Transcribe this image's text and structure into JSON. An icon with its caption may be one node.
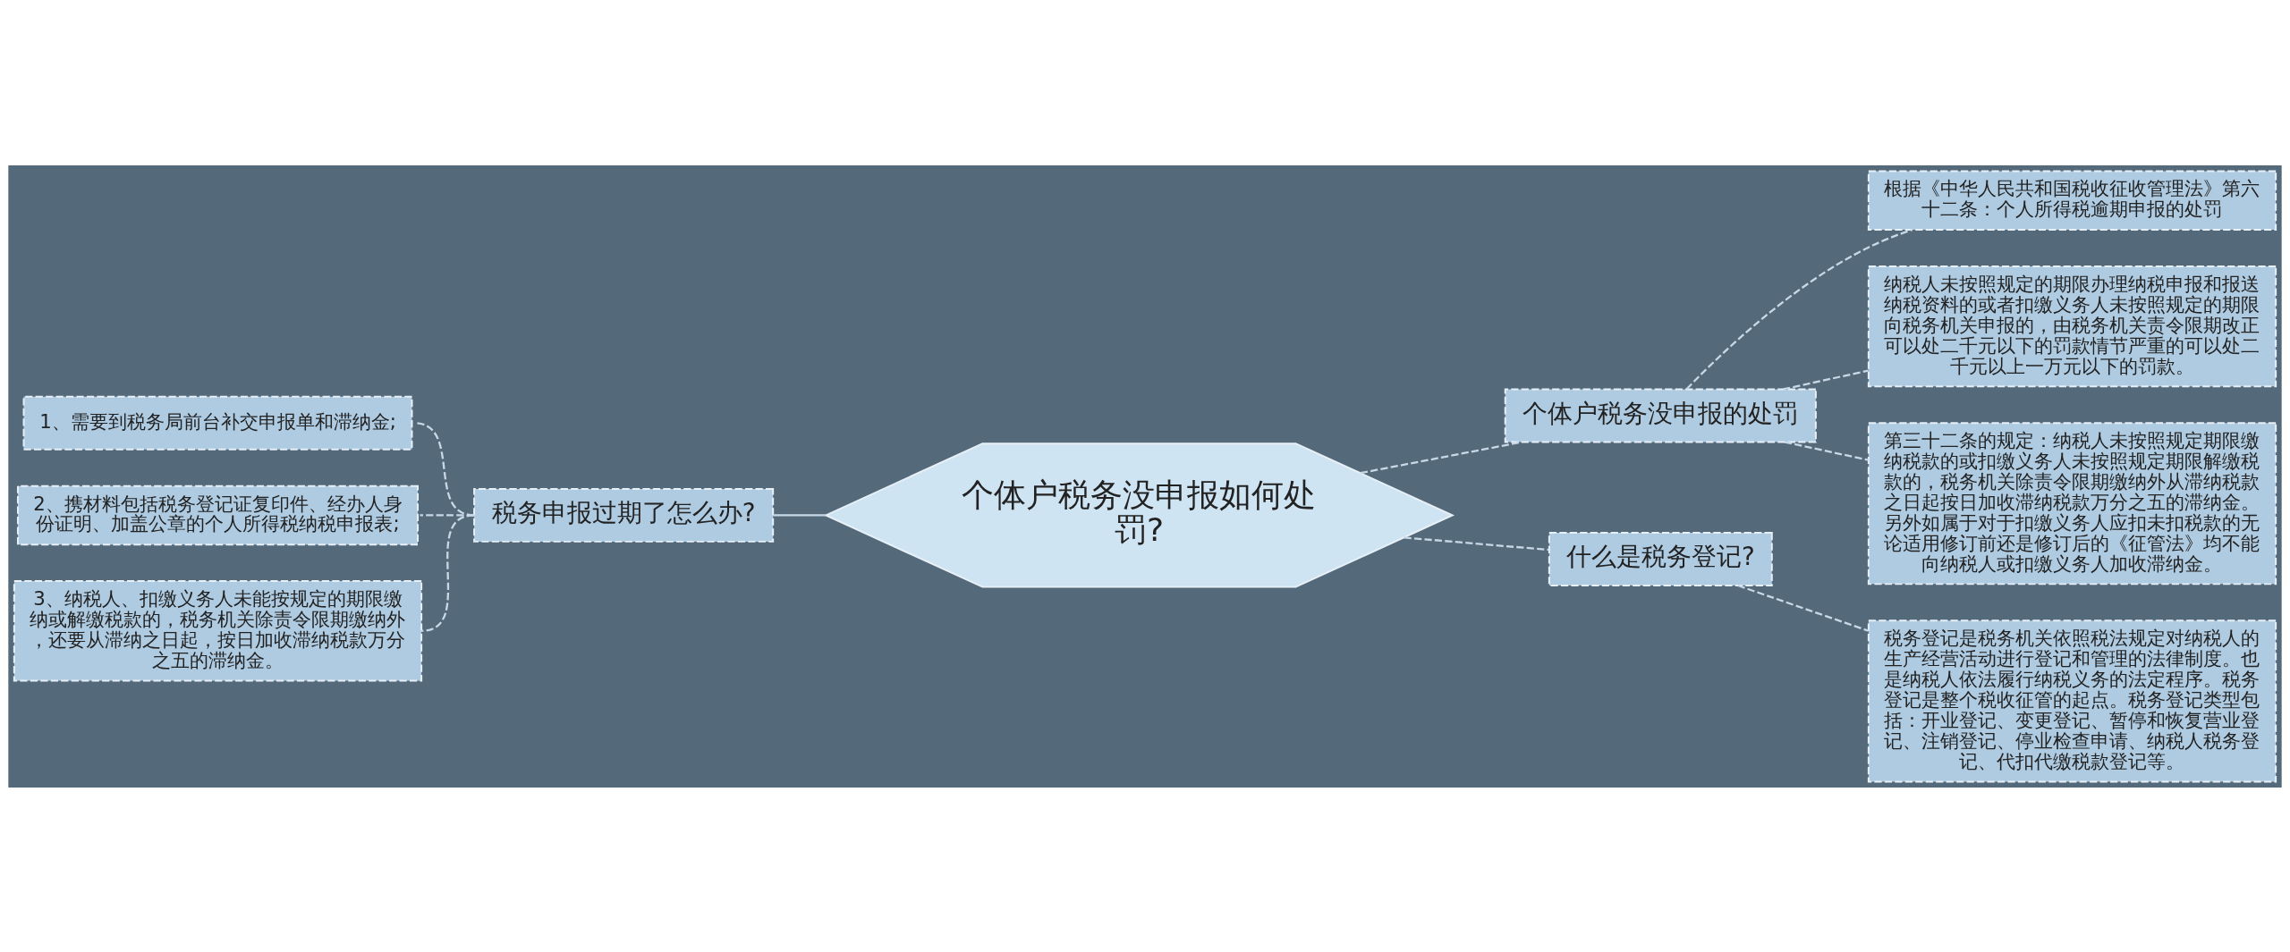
{
  "diagram": {
    "nodes": [
      {
        "text": [
          "个体户税务没申报如何处罚?"
        ]
      },
      {
        "text": [
          "税务申报过期了怎么办?"
        ]
      },
      {
        "text": [
          "1、需要到税务局前台补交申报单和滞纳金;"
        ]
      },
      {
        "text": [
          "2、携材料包括税务登记证复印件、经办人身份证明、加盖公章的个人所得税纳税申报表;"
        ]
      },
      {
        "text": [
          "3、纳税人、扣缴义务人未能按规定的期限缴纳或解缴税款的，税务机关除责令限期缴纳外，还要从滞纳之日起，按日加收滞纳税款万分之五的滞纳金。"
        ]
      },
      {
        "text": [
          "个体户税务没申报的处罚"
        ]
      },
      {
        "text": [
          "根据《中华人民共和国税收征收管理法》第六十二条：个人所得税逾期申报的处罚"
        ]
      },
      {
        "text": [
          "纳税人未按照规定的期限办理纳税申报和报送纳税资料的或者扣缴义务人未按照规定的期限向税务机关申报的，由税务机关责令限期改正可以处二千元以下的罚款情节严重的可以处二千元以上一万元以下的罚款。"
        ]
      },
      {
        "text": [
          "第三十二条的规定：纳税人未按照规定期限缴纳税款的或扣缴义务人未按照规定期限解缴税款的，税务机关除责令限期缴纳外从滞纳税款之日起按日加收滞纳税款万分之五的滞纳金。另外如属于对于扣缴义务人应扣未扣税款的无论适用修订前还是修订后的《征管法》均不能向纳税人或扣缴义务人加收滞纳金。"
        ]
      },
      {
        "text": [
          "什么是税务登记?"
        ]
      },
      {
        "text": [
          "税务登记是税务机关依照税法规定对纳税人的生产经营活动进行登记和管理的法律制度。也是纳税人依法履行纳税义务的法定程序。税务登记是整个税收征管的起点。税务登记类型包括：开业登记、变更登记、暂停和恢复营业登记、注销登记、停业检查申请、纳税人税务登记、代扣代缴税款登记等。"
        ]
      }
    ],
    "edges": [
      {
        "from": 0,
        "to": 1,
        "arrow": "none"
      },
      {
        "from": 1,
        "to": 2,
        "arrow": "none",
        "style": "dashed"
      },
      {
        "from": 1,
        "to": 3,
        "arrow": "none",
        "style": "dashed"
      },
      {
        "from": 1,
        "to": 4,
        "arrow": "none",
        "style": "dashed"
      },
      {
        "from": 0,
        "to": 5,
        "arrow": "none",
        "style": "dashed"
      },
      {
        "from": 5,
        "to": 6,
        "arrow": "none",
        "style": "dashed"
      },
      {
        "from": 5,
        "to": 7,
        "arrow": "none",
        "style": "dashed"
      },
      {
        "from": 5,
        "to": 8,
        "arrow": "none",
        "style": "dashed"
      },
      {
        "from": 0,
        "to": 9,
        "arrow": "none",
        "style": "dashed"
      },
      {
        "from": 9,
        "to": 10,
        "arrow": "none",
        "style": "dashed"
      }
    ]
  }
}
